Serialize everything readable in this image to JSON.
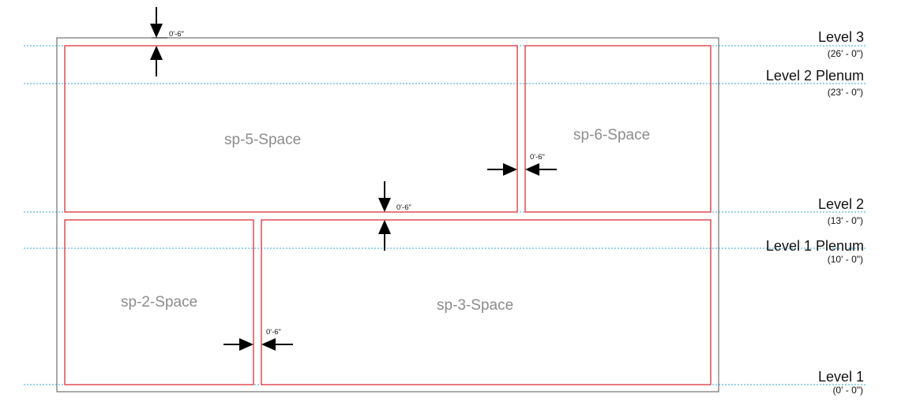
{
  "levels": [
    {
      "name": "Level 3",
      "elevation": "(26' - 0\")"
    },
    {
      "name": "Level 2 Plenum",
      "elevation": "(23' - 0\")"
    },
    {
      "name": "Level 2",
      "elevation": "(13' - 0\")"
    },
    {
      "name": "Level 1 Plenum",
      "elevation": "(10' - 0\")"
    },
    {
      "name": "Level 1",
      "elevation": "(0' - 0\")"
    }
  ],
  "spaces": [
    {
      "name": "sp-5-Space"
    },
    {
      "name": "sp-6-Space"
    },
    {
      "name": "sp-2-Space"
    },
    {
      "name": "sp-3-Space"
    }
  ],
  "dimensions": [
    {
      "value": "0'-6\""
    },
    {
      "value": "0'-6\""
    },
    {
      "value": "0'-6\""
    },
    {
      "value": "0'-6\""
    }
  ],
  "colors": {
    "space_boundary": "#d9202a",
    "level_line": "#2ea8d8",
    "building_outline": "#555555",
    "space_label": "#8c8c8c"
  }
}
